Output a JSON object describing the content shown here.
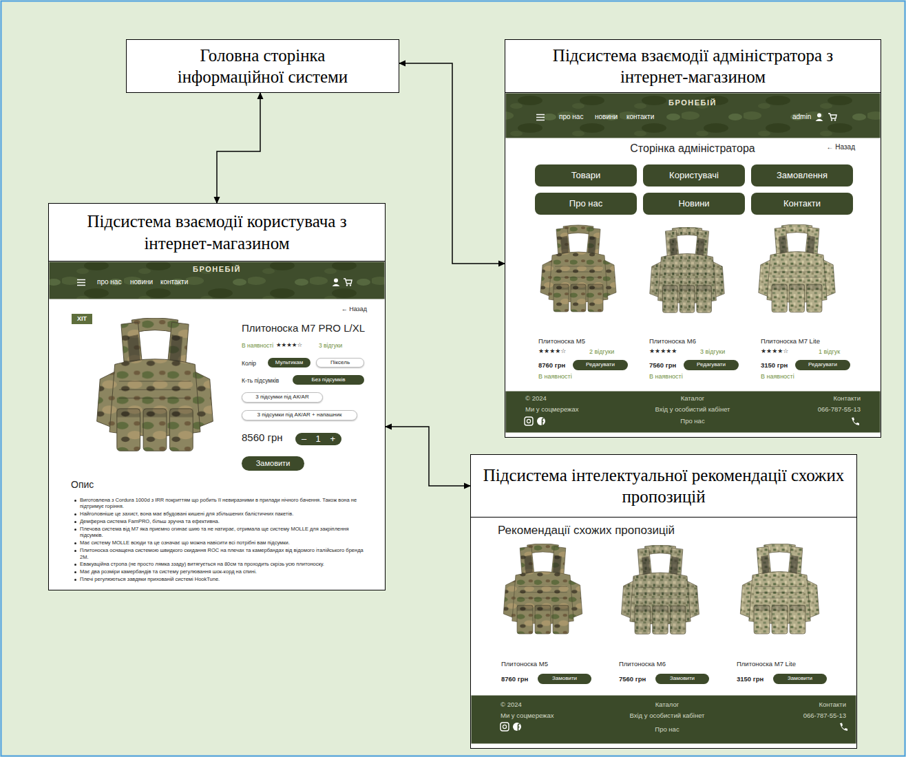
{
  "diagram": {
    "nodes": [
      {
        "text": [
          "Головна сторінка інформаційної системи"
        ]
      },
      {
        "text": [
          "Підсистема взаємодії адміністратора з інтернет-магазином"
        ]
      },
      {
        "text": [
          "БРОНЕБІЙ",
          "про нас",
          "новини",
          "контакти",
          "admin"
        ],
        "in": 1
      },
      {
        "text": [
          "Товари"
        ],
        "in": 1
      },
      {
        "text": [
          "Користувачі"
        ],
        "in": 1
      },
      {
        "text": [
          "Замовлення"
        ],
        "in": 1
      },
      {
        "text": [
          "Про нас"
        ],
        "in": 1
      },
      {
        "text": [
          "Новини"
        ],
        "in": 1
      },
      {
        "text": [
          "Контакти"
        ],
        "in": 1
      },
      {
        "text": [
          "Редагувати"
        ],
        "in": 1
      },
      {
        "text": [
          "Редагувати"
        ],
        "in": 1
      },
      {
        "text": [
          "Редагувати"
        ],
        "in": 1
      },
      {
        "text": [
          "© 2024",
          "Ми у соцмережах",
          "Каталог",
          "Вхід у особистий кабінет",
          "Про нас",
          "Контакти",
          "066-787-55-13"
        ],
        "in": 1
      },
      {
        "text": [
          "Підсистема взаємодії користувача з інтернет-магазином"
        ]
      },
      {
        "text": [
          "БРОНЕБІЙ",
          "про нас",
          "новини",
          "контакти"
        ],
        "in": 13
      },
      {
        "text": [
          "ХІТ"
        ],
        "in": 13
      },
      {
        "text": [
          "Мультикам"
        ],
        "in": 13
      },
      {
        "text": [
          "Піксель"
        ],
        "in": 13
      },
      {
        "text": [
          "Без підсумків"
        ],
        "in": 13
      },
      {
        "text": [
          "3 підсумки під АК/AR"
        ],
        "in": 13
      },
      {
        "text": [
          "3 підсумки під АК/AR + напашник"
        ],
        "in": 13
      },
      {
        "text": [
          "–",
          "1",
          "+"
        ],
        "in": 13
      },
      {
        "text": [
          "Замовити"
        ],
        "in": 13
      },
      {
        "text": [
          "Підсистема інтелектуальної рекомендації схожих пропозицій"
        ]
      },
      {
        "text": [
          "Замовити"
        ],
        "in": 23
      },
      {
        "text": [
          "Замовити"
        ],
        "in": 23
      },
      {
        "text": [
          "Замовити"
        ],
        "in": 23
      },
      {
        "text": [
          "© 2024",
          "Ми у соцмережах",
          "Каталог",
          "Вхід у особистий кабінет",
          "Про нас",
          "Контакти",
          "066-787-55-13"
        ],
        "in": 23
      }
    ],
    "edges": [
      {
        "from": 0,
        "to": 1,
        "arrow": "both"
      },
      {
        "from": 0,
        "to": 13,
        "arrow": "both"
      },
      {
        "from": 13,
        "to": 23,
        "arrow": "both"
      }
    ],
    "labels": [
      "Сторінка адміністратора",
      "← Назад",
      "Плитоноска M5",
      "★★★★☆",
      "2 відгуки",
      "8760 грн",
      "В наявності",
      "Плитоноска M6",
      "★★★★★",
      "3 відгуки",
      "7560 грн",
      "В наявності",
      "Плитоноска M7 Lite",
      "★★★★☆",
      "1 відгук",
      "3150 грн",
      "В наявності",
      "← Назад",
      "Плитоноска M7 PRO L/XL",
      "В наявності",
      "★★★★☆",
      "3 відгуки",
      "Колір",
      "К-ть підсумків",
      "8560 грн",
      "Опис",
      "Виготовлена з Cordura 1000d з IRR покриттям що робить її невиразними в прилади нічного бачення. Також вона не підтримує горіння.",
      "Найголовніше це захист, вона має вбудовані кишені для збільшених балістичних пакетів.",
      "Демферна система FamPRO, більш зручна та ефективна.",
      "Плечова система від M7 яка приємно огинає шию та не натирає, отримала ще систему MOLLE для закріплення підсумків.",
      "Має систему MOLLE всюди та це означає що можна навісити всі потрібні вам підсумки.",
      "Плитоноска оснащена системою швидкого скидання ROC на плечах та камербандах від відомого італійського бренда 2M.",
      "Евакуаційна стропа (не просто лямка ззаду) витягується на 80см та проходить скрізь усю плитоноску.",
      "Має два розміри камербандів та систему регулювання шок-корд на спині.",
      "Плечі регулюються завдяки прихованій системі HookTune.",
      "Рекомендації схожих пропозицій",
      "Плитоноска M5",
      "8760 грн",
      "Плитоноска M6",
      "7560 грн",
      "Плитоноска M7 Lite",
      "3150 грн"
    ]
  }
}
